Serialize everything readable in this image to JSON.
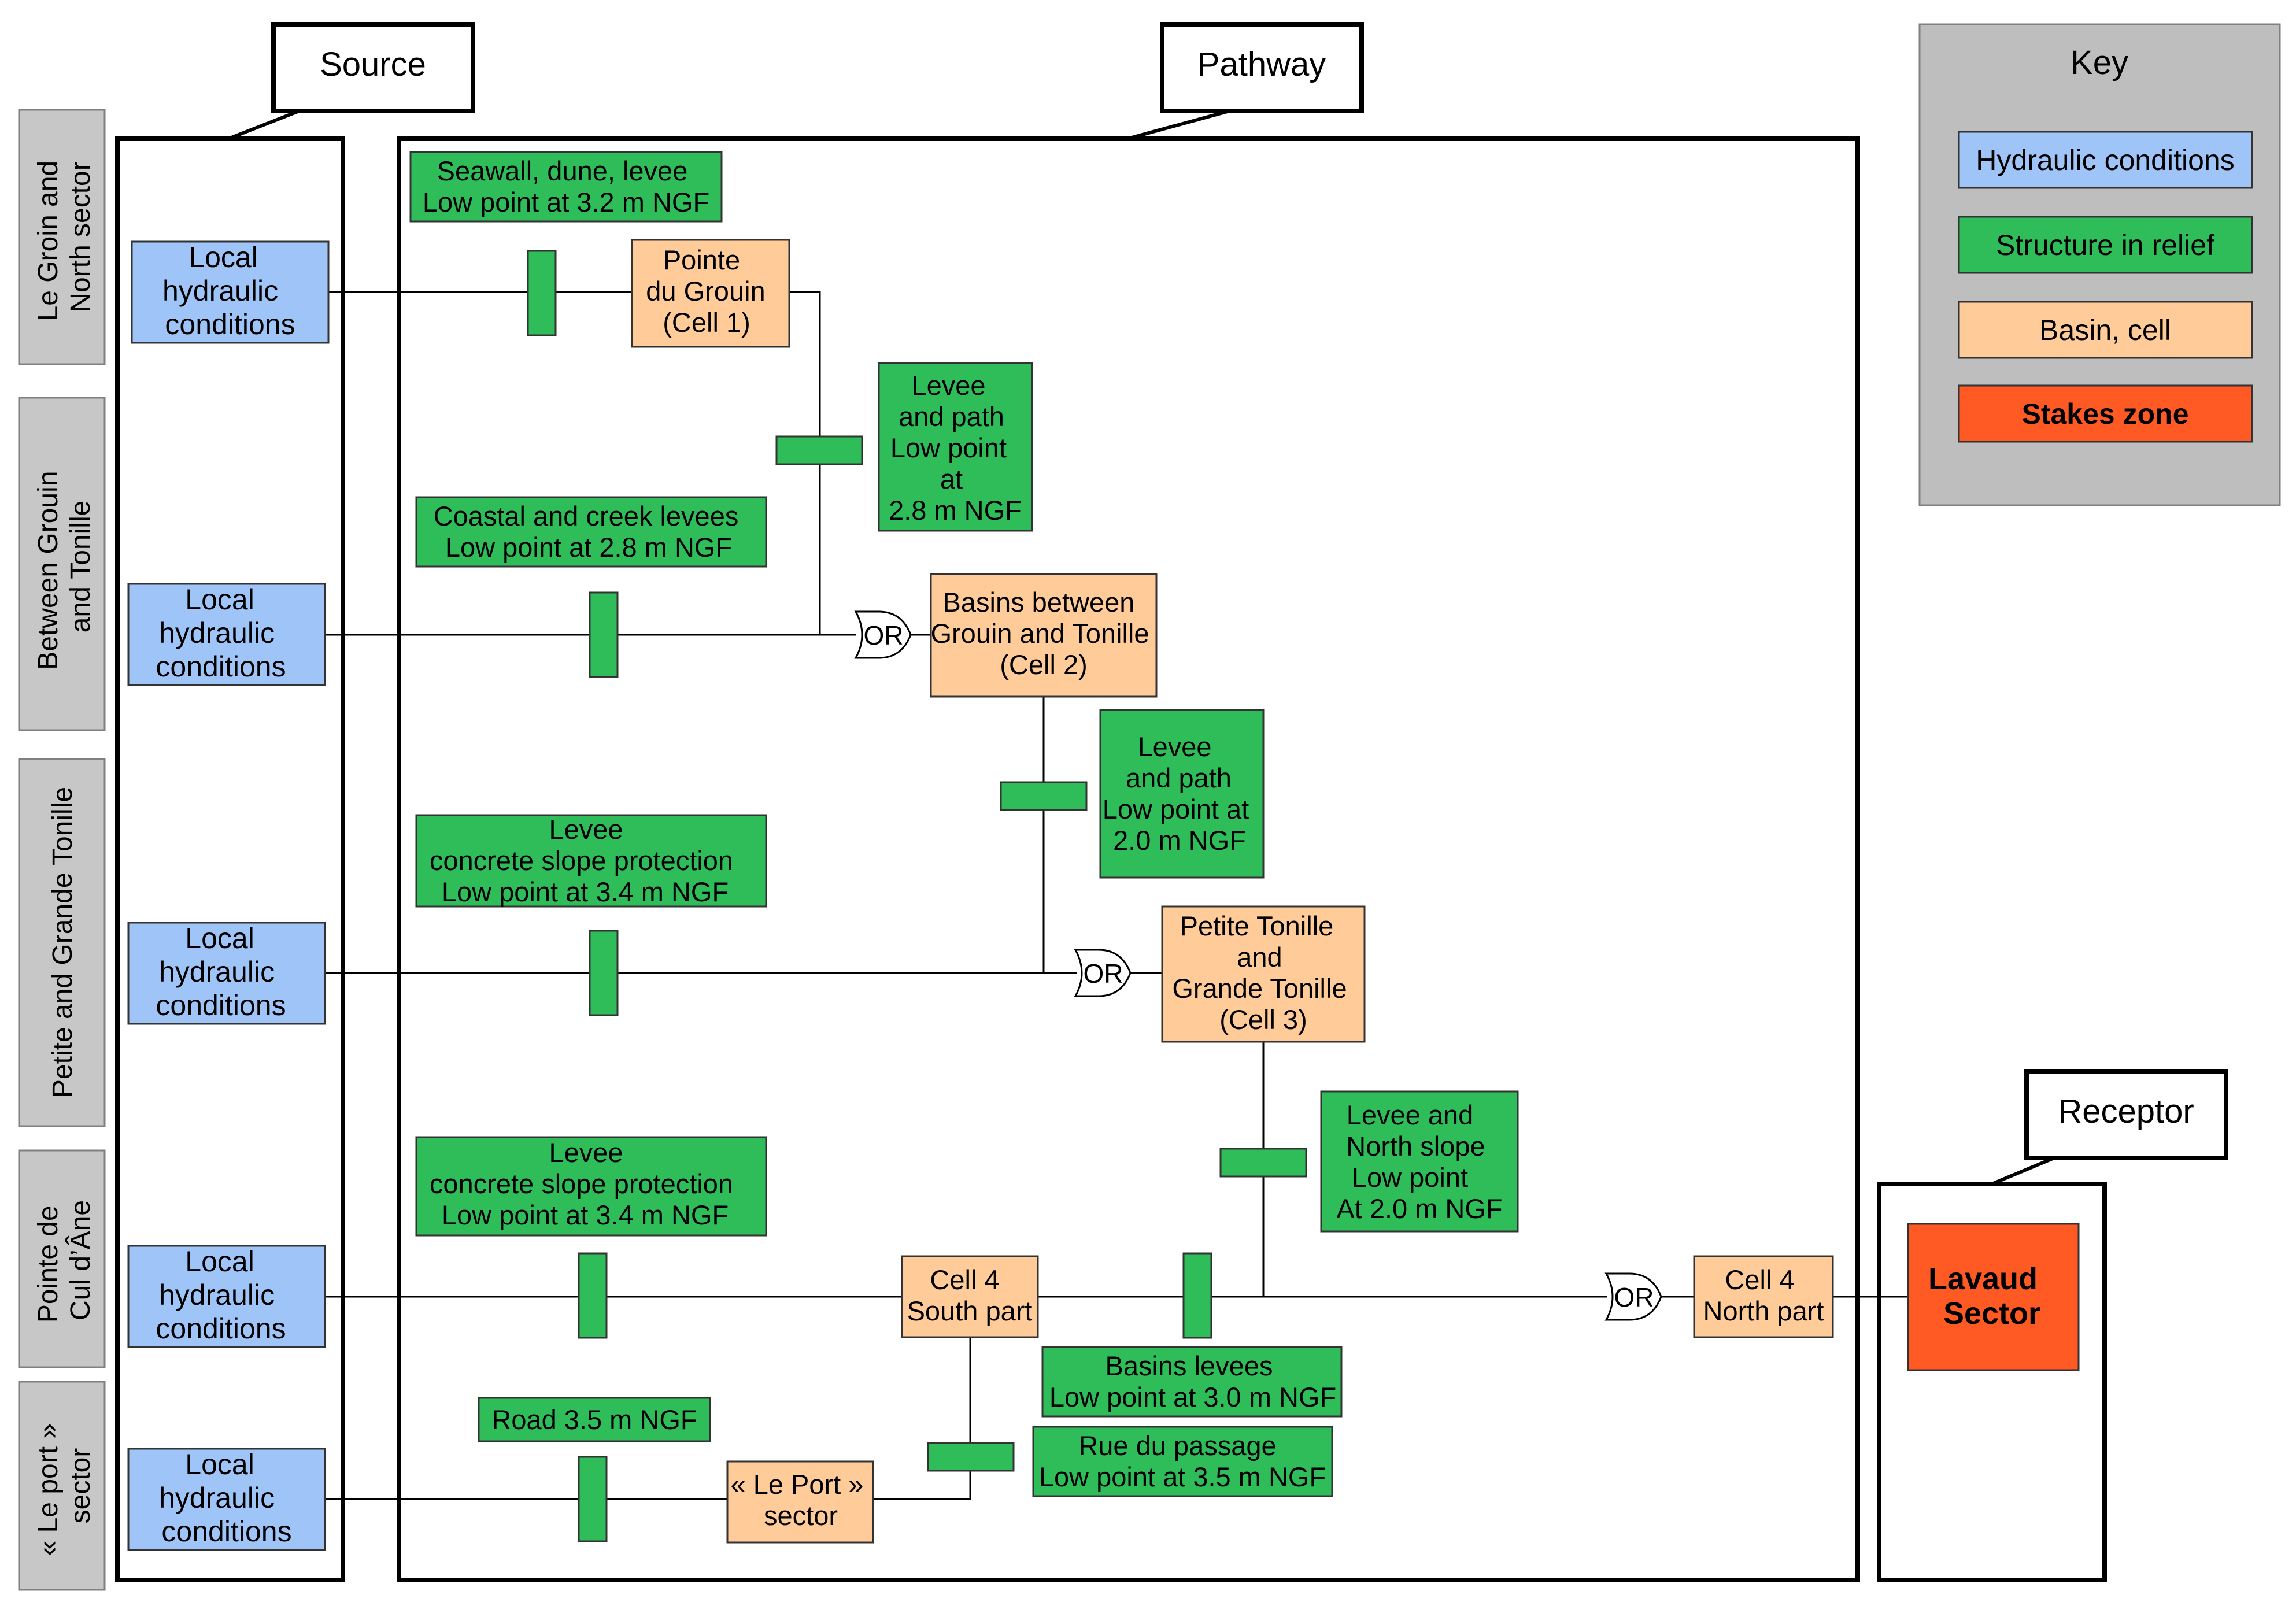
{
  "colors": {
    "hydraulic": "#9FC5F8",
    "structure": "#2EBD59",
    "basin": "#FFCC99",
    "stakes": "#FF5A24",
    "side_panel": "#C7C7C7",
    "key_panel": "#BEBEBE",
    "line": "#000000"
  },
  "headers": {
    "source": "Source",
    "pathway": "Pathway",
    "receptor": "Receptor"
  },
  "key": {
    "title": "Key",
    "items": [
      "Hydraulic conditions",
      "Structure in relief",
      "Basin, cell",
      "Stakes zone"
    ]
  },
  "sectors": [
    [
      "Le Groin and",
      "North sector"
    ],
    [
      "Between Grouin",
      "and Tonille"
    ],
    [
      "Petite and Grande Tonille"
    ],
    [
      "Pointe de",
      "Cul d’Âne"
    ],
    [
      "« Le port »",
      "sector"
    ]
  ],
  "hydraulic_label": [
    "Local",
    "hydraulic",
    "conditions"
  ],
  "structures": {
    "s1": [
      "Seawall, dune, levee",
      "Low point at 3.2 m NGF"
    ],
    "s2": [
      "Levee",
      "and path",
      "Low point",
      "at",
      "2.8 m NGF"
    ],
    "s3": [
      "Coastal and creek levees",
      "Low point at 2.8 m NGF"
    ],
    "s4": [
      "Levee",
      "and path",
      "Low point at",
      "2.0 m NGF"
    ],
    "s5": [
      "Levee",
      "concrete slope protection",
      "Low point at 3.4 m NGF"
    ],
    "s6": [
      "Levee and",
      "North slope",
      "Low point",
      "At 2.0 m NGF"
    ],
    "s7": [
      "Levee",
      "concrete slope protection",
      "Low point at 3.4 m NGF"
    ],
    "s8": [
      "Basins levees",
      "Low point at 3.0 m NGF"
    ],
    "s9": [
      "Road 3.5 m NGF"
    ],
    "s10": [
      "Rue du passage",
      "Low point at 3.5 m NGF"
    ]
  },
  "basins": {
    "cell1": [
      "Pointe",
      "du Grouin",
      "(Cell 1)"
    ],
    "cell2": [
      "Basins between",
      "Grouin and Tonille",
      "(Cell 2)"
    ],
    "cell3": [
      "Petite Tonille",
      "and",
      "Grande Tonille",
      "(Cell 3)"
    ],
    "cell4s": [
      "Cell 4",
      "South part"
    ],
    "cell4n": [
      "Cell 4",
      "North part"
    ],
    "port": [
      "« Le Port »",
      "sector"
    ]
  },
  "stakes": [
    "Lavaud",
    "Sector"
  ],
  "or_label": "OR"
}
